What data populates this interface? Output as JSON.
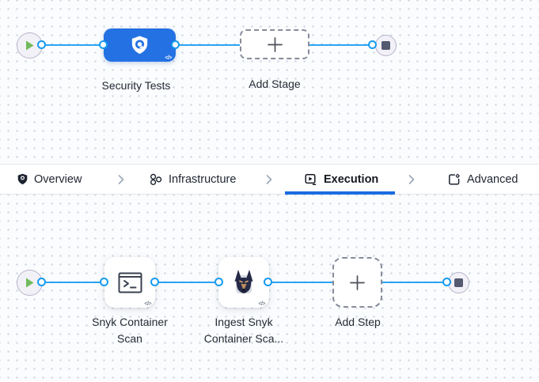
{
  "stage_canvas": {
    "stage_label": "Security Tests",
    "stage_code_badge": "</>",
    "add_stage_label": "Add Stage"
  },
  "tab_bar": {
    "tabs": [
      {
        "label": "Overview",
        "icon": "shield-icon",
        "active": false
      },
      {
        "label": "Infrastructure",
        "icon": "infrastructure-icon",
        "active": false
      },
      {
        "label": "Execution",
        "icon": "execution-icon",
        "active": true
      },
      {
        "label": "Advanced",
        "icon": "advanced-icon",
        "active": false
      }
    ]
  },
  "execution_canvas": {
    "steps": [
      {
        "label_line1": "Snyk Container",
        "label_line2": "Scan",
        "icon": "terminal-icon",
        "code_badge": "</>"
      },
      {
        "label_line1": "Ingest Snyk",
        "label_line2": "Container Sca...",
        "icon": "snyk-dog-icon",
        "code_badge": "</>"
      }
    ],
    "add_step_label": "Add Step"
  },
  "colors": {
    "stage_blue": "#2471e3",
    "connector_blue": "#2ba4f1",
    "active_tab_underline": "#1b6be0",
    "play_green": "#71ba5c",
    "stop_slate": "#545a70",
    "canvas_background": "#fafcfe",
    "grid_dot": "#ccd5e2",
    "label_text": "#262b33"
  }
}
